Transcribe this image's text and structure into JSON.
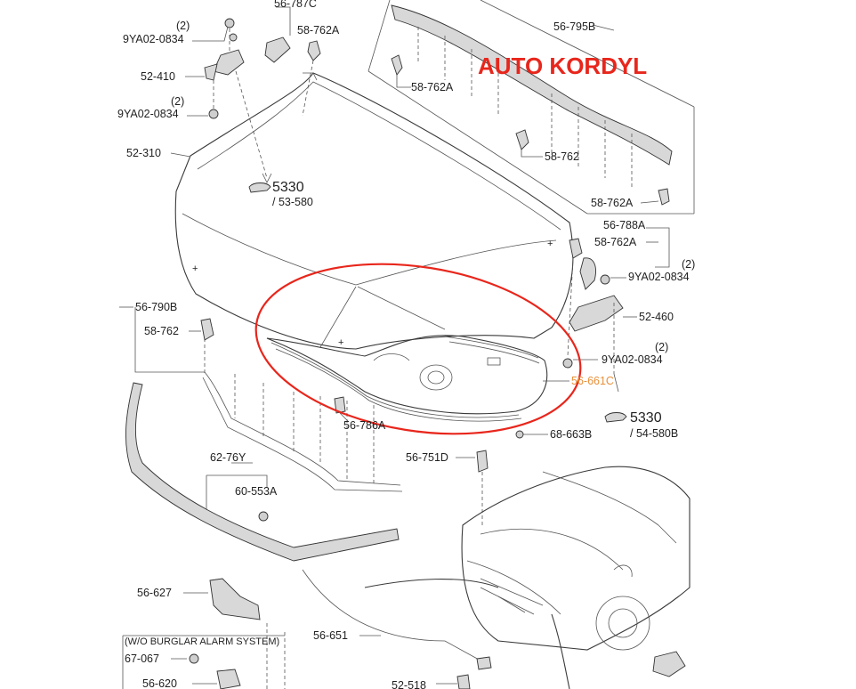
{
  "watermark": "AUTO KORDYL",
  "labels": {
    "l_56_787c": "56-787C",
    "l_9ya02_tl": "9YA02-0834",
    "l_2_tl": "(2)",
    "l_58_762a_tl": "58-762A",
    "l_52_410": "52-410",
    "l_2_tl2": "(2)",
    "l_9ya02_tl2": "9YA02-0834",
    "l_52_310": "52-310",
    "l_5330_a": "5330",
    "l_53_580": "/ 53-580",
    "l_56_795b": "56-795B",
    "l_58_762a_r1": "58-762A",
    "l_58_762_r": "58-762",
    "l_58_762a_r2": "58-762A",
    "l_56_788a": "56-788A",
    "l_58_762a_r3": "58-762A",
    "l_2_r1": "(2)",
    "l_9ya02_r1": "9YA02-0834",
    "l_52_460": "52-460",
    "l_2_r2": "(2)",
    "l_9ya02_r2": "9YA02-0834",
    "l_56_661c": "56-661C",
    "l_5330_b": "5330",
    "l_54_580b": "/ 54-580B",
    "l_68_663b": "68-663B",
    "l_56_790b": "56-790B",
    "l_58_762_l": "58-762",
    "l_56_786a": "56-786A",
    "l_56_751d": "56-751D",
    "l_62_76y": "62-76Y",
    "l_60_553a": "60-553A",
    "l_56_627": "56-627",
    "l_wo_burglar": "(W/O BURGLAR ALARM SYSTEM)",
    "l_67_067": "67-067",
    "l_56_651": "56-651",
    "l_56_620": "56-620",
    "l_52_518": "52-518"
  },
  "colors": {
    "watermark": "#e8261c",
    "highlight_ellipse": "#e8261c",
    "highlight_label": "#e8913a",
    "line": "#3a3a3a"
  }
}
